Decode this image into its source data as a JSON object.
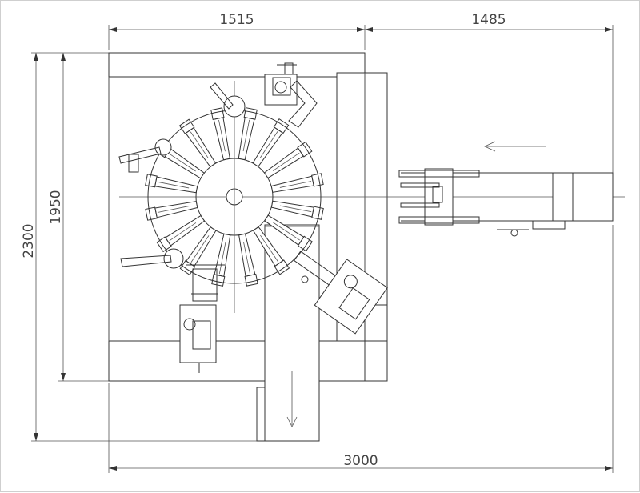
{
  "dimensions": {
    "top_left": "1515",
    "top_right": "1485",
    "bottom": "3000",
    "left_outer": "2300",
    "left_inner": "1950"
  },
  "colors": {
    "line": "#333333",
    "text": "#444444",
    "frame": "#cfcfcf"
  },
  "icons": {
    "feed_arrow": "arrow-left-icon",
    "exit_arrow": "arrow-down-icon"
  },
  "carousel": {
    "arm_count": 16
  }
}
